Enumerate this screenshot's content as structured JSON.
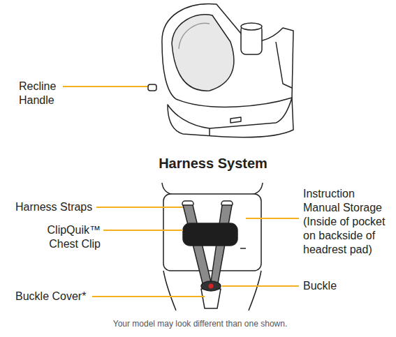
{
  "diagram": {
    "title": "Harness System",
    "caption": "Your model may look different than one shown.",
    "labels": [
      "Recline Handle",
      "Harness Straps",
      "ClipQuik™ Chest Clip",
      "Buckle Cover*",
      "Instruction Manual Storage (Inside of pocket on backside of headrest pad)",
      "Buckle"
    ]
  }
}
